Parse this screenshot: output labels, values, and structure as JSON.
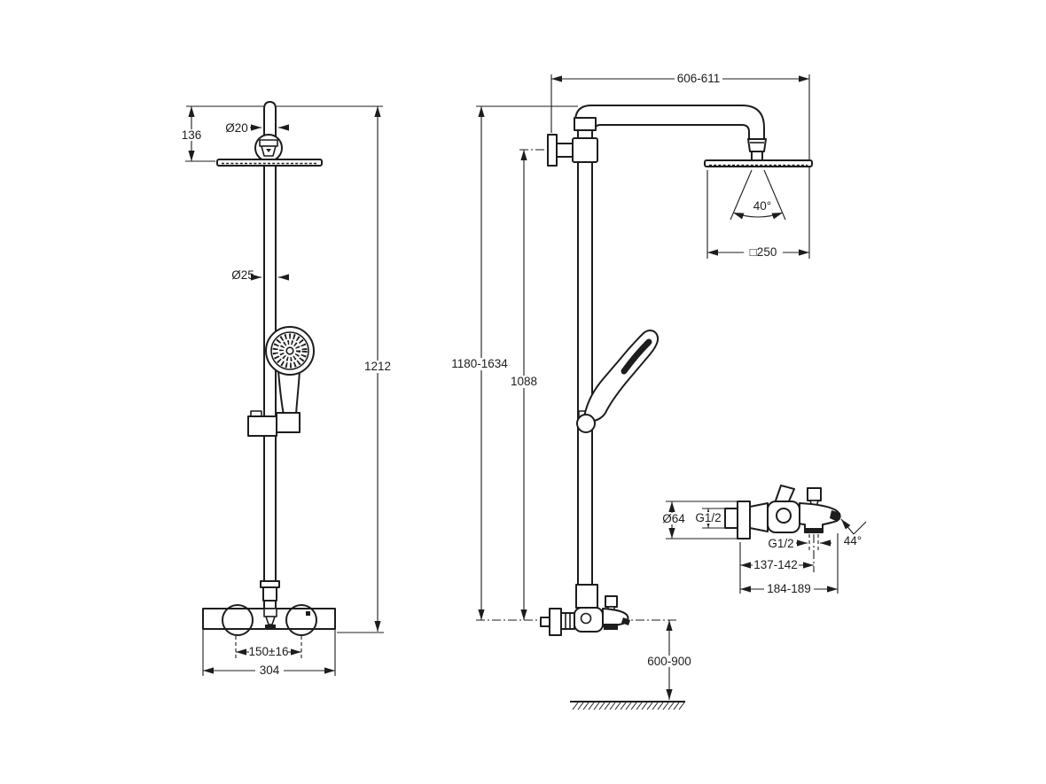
{
  "drawing": {
    "background": "#ffffff",
    "line_color": "#1d1d1d",
    "front_view": {
      "labels": {
        "head_pipe_diameter": "Ø20",
        "head_height": "136",
        "column_diameter": "Ø25",
        "total_height": "1212",
        "inlet_spacing": "150±16",
        "body_width": "304"
      }
    },
    "side_view": {
      "labels": {
        "arm_reach": "606-611",
        "spray_angle": "40°",
        "head_size": "□250",
        "height_range": "1180-1634",
        "bracket_height": "1088",
        "spout_floor_height": "600-900"
      }
    },
    "mixer_detail": {
      "labels": {
        "escutcheon_diameter": "Ø64",
        "inlet_thread": "G1/2",
        "outlet_thread": "G1/2",
        "spout_angle": "44°",
        "outlet_offset": "137-142",
        "spout_reach": "184-189"
      }
    }
  }
}
